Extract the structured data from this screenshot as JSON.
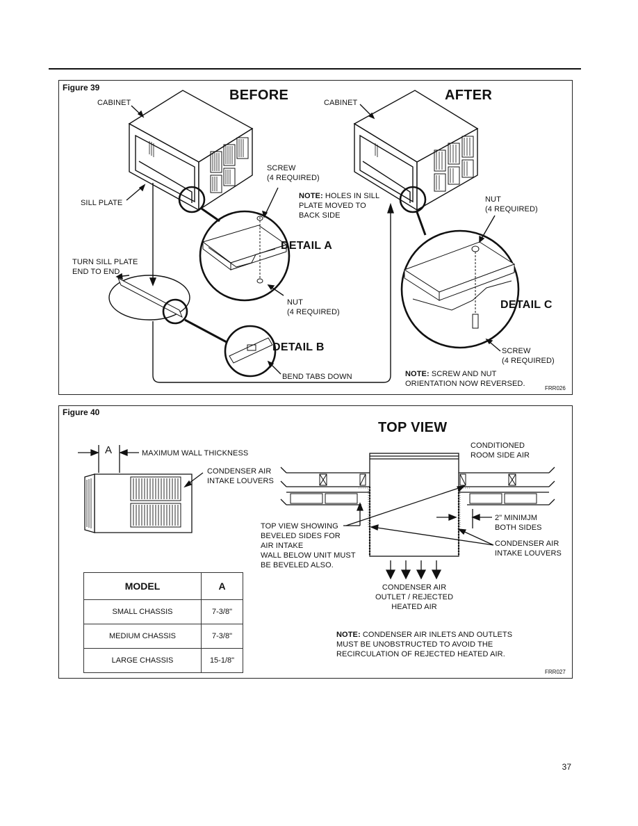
{
  "figure39": {
    "label": "Figure 39",
    "before_title": "BEFORE",
    "after_title": "AFTER",
    "cabinet_left": "CABINET",
    "cabinet_right": "CABINET",
    "sill_plate": "SILL PLATE",
    "screw_top": "SCREW\n(4 REQUIRED)",
    "note_holes_bold": "NOTE:",
    "note_holes": " HOLES IN SILL\nPLATE MOVED TO\nBACK SIDE",
    "nut_right": "NUT\n(4 REQUIRED)",
    "detail_a": "DETAIL A",
    "turn_sill": "TURN SILL PLATE\nEND TO END",
    "nut_bottom": "NUT\n(4 REQUIRED)",
    "detail_b": "DETAIL B",
    "bend_tabs": "BEND TABS DOWN",
    "detail_c": "DETAIL C",
    "screw_right": "SCREW\n(4 REQUIRED)",
    "note_screw_bold": "NOTE:",
    "note_screw": " SCREW AND NUT\nORIENTATION NOW REVERSED.",
    "code": "FRR026"
  },
  "figure40": {
    "label": "Figure 40",
    "top_view_title": "TOP VIEW",
    "dim_a": "A",
    "max_wall": "MAXIMUM WALL THICKNESS",
    "condenser_intake_left": "CONDENSER AIR\nINTAKE LOUVERS",
    "conditioned": "CONDITIONED\nROOM SIDE AIR",
    "minimum": "2\" MINIMJM\nBOTH SIDES",
    "condenser_intake_right": "CONDENSER AIR\nINTAKE LOUVERS",
    "top_view_showing": "TOP VIEW SHOWING\nBEVELED SIDES FOR\nAIR INTAKE\nWALL BELOW UNIT MUST\nBE BEVELED ALSO.",
    "outlet": "CONDENSER AIR\nOUTLET / REJECTED\nHEATED AIR",
    "note_bold": "NOTE:",
    "note": " CONDENSER AIR INLETS AND OUTLETS\nMUST BE UNOBSTRUCTED TO AVOID THE\nRECIRCULATION OF REJECTED HEATED AIR.",
    "code": "FRR027",
    "table": {
      "headers": [
        "MODEL",
        "A"
      ],
      "rows": [
        [
          "SMALL CHASSIS",
          "7-3/8\""
        ],
        [
          "MEDIUM CHASSIS",
          "7-3/8\""
        ],
        [
          "LARGE CHASSIS",
          "15-1/8\""
        ]
      ]
    }
  },
  "page_number": "37"
}
